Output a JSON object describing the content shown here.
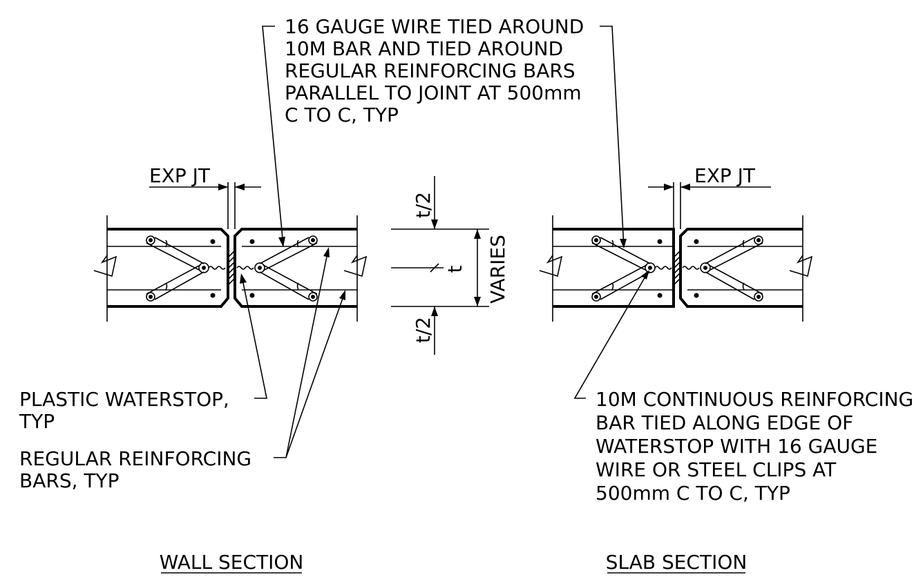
{
  "notes": {
    "wire_note": [
      "16 GAUGE WIRE TIED AROUND",
      "10M BAR AND TIED AROUND",
      "REGULAR REINFORCING BARS",
      "PARALLEL TO JOINT AT 500mm",
      "C TO C, TYP"
    ],
    "waterstop_note": [
      "PLASTIC WATERSTOP,",
      "TYP"
    ],
    "regular_bars_note": [
      "REGULAR REINFORCING",
      "BARS, TYP"
    ],
    "continuous_bar_note": [
      "10M CONTINUOUS REINFORCING",
      "BAR TIED ALONG EDGE OF",
      "WATERSTOP WITH 16 GAUGE",
      "WIRE OR STEEL CLIPS AT",
      "500mm C TO C, TYP"
    ]
  },
  "dimensions": {
    "exp_joint_left": "EXP JT",
    "exp_joint_right": "EXP JT",
    "half_thickness_top": "t/2",
    "half_thickness_bottom": "t/2",
    "thickness": "t",
    "varies": "VARIES"
  },
  "titles": {
    "wall_section": "WALL SECTION",
    "slab_section": "SLAB SECTION"
  }
}
